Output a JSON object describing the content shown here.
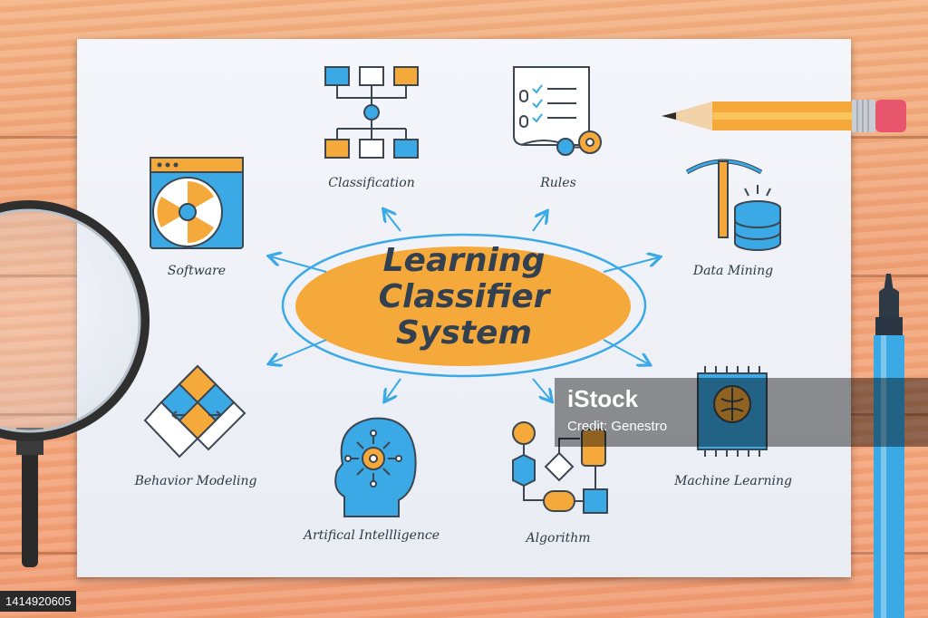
{
  "diagram": {
    "title_lines": [
      "Learning",
      "Classifier",
      "System"
    ],
    "nodes": {
      "classification": "Classification",
      "rules": "Rules",
      "software": "Software",
      "data_mining": "Data Mining",
      "behavior_modeling": "Behavior Modeling",
      "artificial_intelligence": "Artifical Intellligence",
      "algorithm": "Algorithm",
      "machine_learning": "Machine Learning"
    }
  },
  "colors": {
    "accent_blue": "#3aa9e6",
    "accent_orange": "#f6a93b",
    "outline": "#3b4651",
    "ellipse_fill": "#f6a93b"
  },
  "watermark": {
    "logo": "iStock",
    "credit": "Credit: Genestro"
  },
  "image_id": "1414920605"
}
